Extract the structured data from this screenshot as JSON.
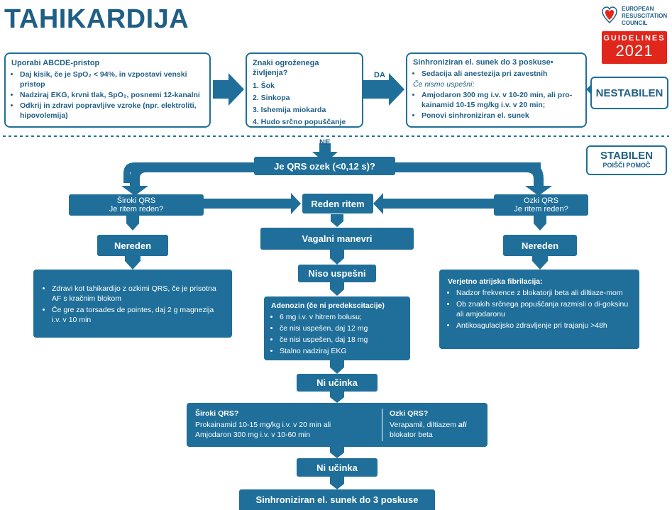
{
  "title": "TAHIKARDIJA",
  "logo": {
    "org_line1": "EUROPEAN",
    "org_line2": "RESUSCITATION",
    "org_line3": "COUNCIL",
    "guidelines": "GUIDELINES",
    "year": "2021"
  },
  "colors": {
    "primary": "#1f6f9a",
    "logo_red": "#e1261c"
  },
  "box_abcde": {
    "heading": "Uporabi ABCDE-pristop",
    "items": [
      "Daj kisik, če je SpO₂ < 94%, in vzpostavi venski pristop",
      "Nadziraj EKG, krvni tlak, SpO₂, posnemi 12-kanalni",
      "Odkrij in zdravi popravljive vzroke (npr. elektroliti, hipovolemija)"
    ]
  },
  "box_danger": {
    "heading": "Znaki ogroženega življenja?",
    "items": [
      "1. Šok",
      "2. Sinkopa",
      "3. Ishemija miokarda",
      "4. Hudo srčno popuščanje"
    ]
  },
  "label_da": "DA",
  "label_ne": "NE",
  "box_shock": {
    "heading": "Sinhroniziran el. sunek do 3 poskuse•",
    "item1": "Sedacija ali anestezija pri zavestnih",
    "note": "Če nismo uspešni:",
    "item2": "Amjodaron 300 mg i.v. v 10-20 min, ali pro-kainamid 10-15 mg/kg i.v. v 20 min;",
    "item3": "Ponovi sinhroniziran el. sunek"
  },
  "unstable": "NESTABILEN",
  "stable": {
    "title": "STABILEN",
    "sub": "POIŠČI POMOČ"
  },
  "qrs_question": "Je QRS ozek (<0,12 s)?",
  "wide_qrs": {
    "line1": "Široki QRS",
    "line2": "Je ritem reden?"
  },
  "narrow_qrs": {
    "line1": "Ozki QRS",
    "line2": "Je ritem reden?"
  },
  "regular_rhythm": "Reden ritem",
  "irregular_left": "Nereden",
  "irregular_right": "Nereden",
  "vagal": "Vagalni manevri",
  "unsuccessful": "Niso uspešni",
  "left_box": {
    "items": [
      "Zdravi kot tahikardijo z ozkimi QRS, če je prisotna AF s kračnim blokom",
      "Če gre za torsades de pointes, daj 2 g magnezija i.v. v 10 min"
    ]
  },
  "adenosine": {
    "heading": "Adenozin (če ni predekscitacije)",
    "items": [
      "6 mg i.v. v hitrem bolusu;",
      "če nisi uspešen, daj 12 mg",
      "če nisi uspešen, daj 18 mg",
      "Stalno nadziraj EKG"
    ]
  },
  "right_box": {
    "heading": "Verjetno atrijska fibrilacija:",
    "items": [
      "Nadzor frekvence z blokatorji beta ali diltiaze-mom",
      "Ob znakih srčnega popuščanja razmisli o di-goksinu ali amjodaronu",
      "Antikoagulacijsko zdravljenje pri trajanju >48h"
    ]
  },
  "no_effect_1": "Ni učinka",
  "combo": {
    "wide_heading": "Široki QRS?",
    "wide_line1": "Prokainamid 10-15 mg/kg i.v. v 20 min ali",
    "wide_line2": "Amjodaron 300 mg i.v. v 10-60 min",
    "narrow_heading": "Ozki QRS?",
    "narrow_line1a": "Verapamil, diltiazem ",
    "narrow_line1b": "ali",
    "narrow_line2": "blokator beta"
  },
  "no_effect_2": "Ni učinka",
  "final_shock": "Sinhroniziran el. sunek do 3 poskuse"
}
